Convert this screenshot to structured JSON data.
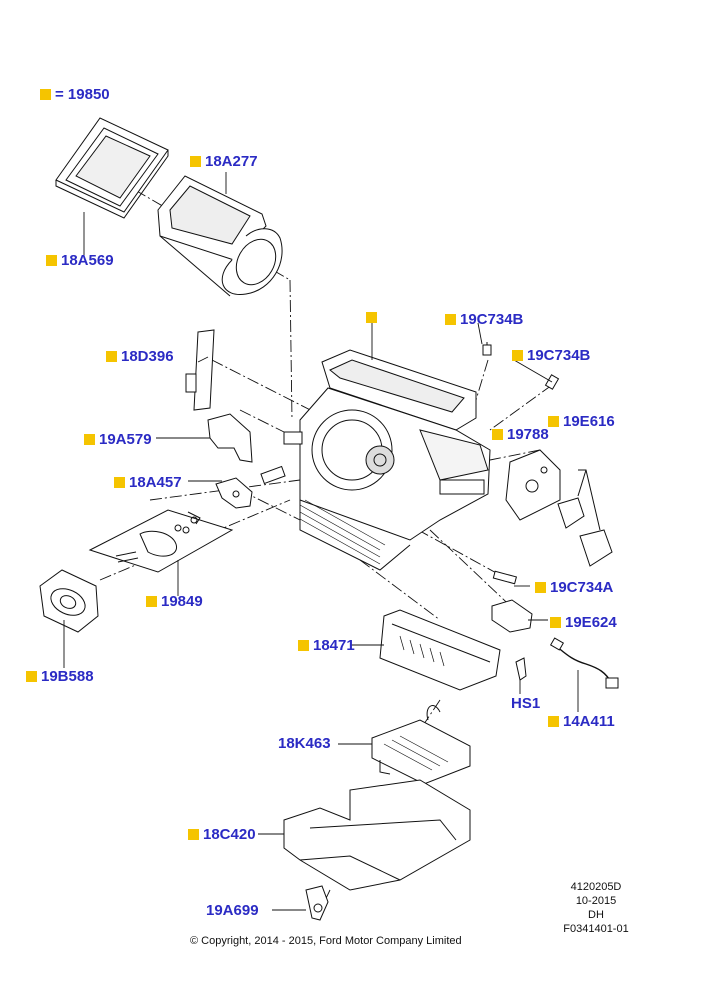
{
  "legend": {
    "equals": "= 19850"
  },
  "labels": {
    "l18A277": "18A277",
    "l18A569": "18A569",
    "l19C734B_1": "19C734B",
    "l19C734B_2": "19C734B",
    "l18D396": "18D396",
    "l19A579": "19A579",
    "l19788": "19788",
    "l19E616": "19E616",
    "l18A457": "18A457",
    "l19849": "19849",
    "l19B588": "19B588",
    "l19C734A": "19C734A",
    "l19E624": "19E624",
    "l18471": "18471",
    "lHS1": "HS1",
    "l14A411": "14A411",
    "l18K463": "18K463",
    "l18C420": "18C420",
    "l19A699": "19A699"
  },
  "meta": {
    "code": "4120205D",
    "date": "10-2015",
    "initials": "DH",
    "figure": "F0341401-01"
  },
  "copyright": "© Copyright, 2014 - 2015, Ford Motor Company Limited",
  "colors": {
    "label": "#2b2bc4",
    "marker": "#f5c400",
    "line": "#111111"
  }
}
